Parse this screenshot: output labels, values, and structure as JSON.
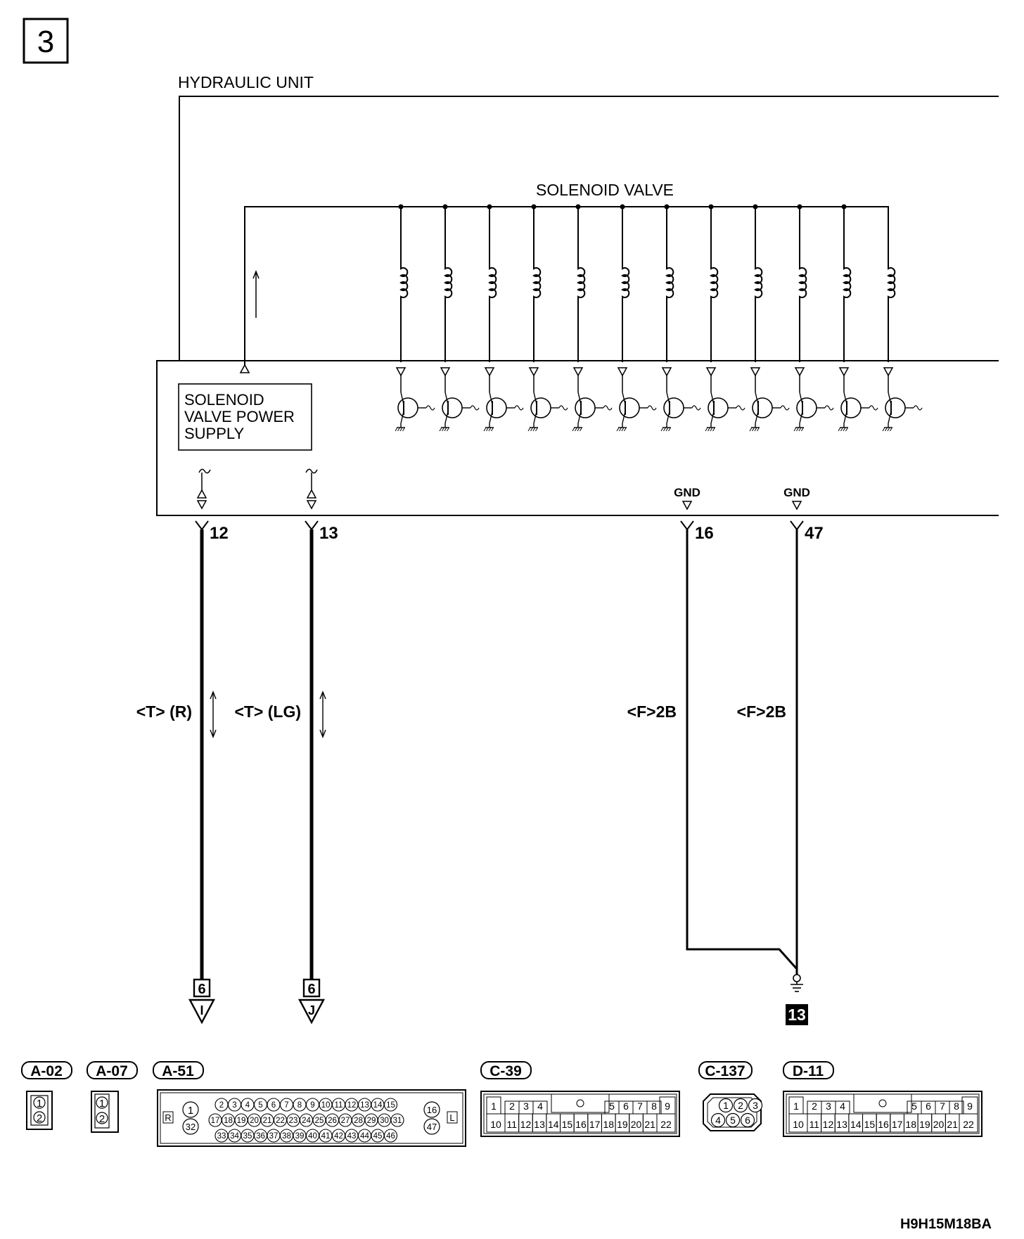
{
  "page_number": "3",
  "hydraulic_unit_label": "HYDRAULIC UNIT",
  "solenoid_valve_label": "SOLENOID VALVE",
  "power_supply_box": {
    "line1": "SOLENOID",
    "line2": "VALVE POWER",
    "line3": "SUPPLY"
  },
  "solenoid_count": 12,
  "gnd_label": "GND",
  "wires": [
    {
      "pin": "12",
      "wire_label": "<T> (R)",
      "dest_page": "6",
      "dest_letter": "I"
    },
    {
      "pin": "13",
      "wire_label": "<T> (LG)",
      "dest_page": "6",
      "dest_letter": "J"
    },
    {
      "pin": "16",
      "wire_label": "<F>2B"
    },
    {
      "pin": "47",
      "wire_label": "<F>2B"
    }
  ],
  "ground_point": "13",
  "connectors": [
    {
      "name": "A-02",
      "pins": [
        "1",
        "2"
      ]
    },
    {
      "name": "A-07",
      "pins": [
        "1",
        "2"
      ]
    },
    {
      "name": "A-51",
      "side_left": "R",
      "side_right": "L",
      "row_top": [
        "2",
        "3",
        "4",
        "5",
        "6",
        "7",
        "8",
        "9",
        "10",
        "11",
        "12",
        "13",
        "14",
        "15"
      ],
      "row_mid": [
        "17",
        "18",
        "19",
        "20",
        "21",
        "22",
        "23",
        "24",
        "25",
        "26",
        "27",
        "28",
        "29",
        "30",
        "31"
      ],
      "row_bot": [
        "33",
        "34",
        "35",
        "36",
        "37",
        "38",
        "39",
        "40",
        "41",
        "42",
        "43",
        "44",
        "45",
        "46"
      ],
      "left_pins": [
        "1",
        "32"
      ],
      "right_pins": [
        "16",
        "47"
      ]
    },
    {
      "name": "C-39",
      "row_top": [
        "1",
        "2",
        "3",
        "4",
        "5",
        "6",
        "7",
        "8",
        "9"
      ],
      "row_bot": [
        "10",
        "11",
        "12",
        "13",
        "14",
        "15",
        "16",
        "17",
        "18",
        "19",
        "20",
        "21",
        "22"
      ]
    },
    {
      "name": "C-137",
      "row_top": [
        "1",
        "2",
        "3"
      ],
      "row_bot": [
        "4",
        "5",
        "6"
      ]
    },
    {
      "name": "D-11",
      "row_top": [
        "1",
        "2",
        "3",
        "4",
        "5",
        "6",
        "7",
        "8",
        "9"
      ],
      "row_bot": [
        "10",
        "11",
        "12",
        "13",
        "14",
        "15",
        "16",
        "17",
        "18",
        "19",
        "20",
        "21",
        "22"
      ]
    }
  ],
  "figure_code": "H9H15M18BA"
}
